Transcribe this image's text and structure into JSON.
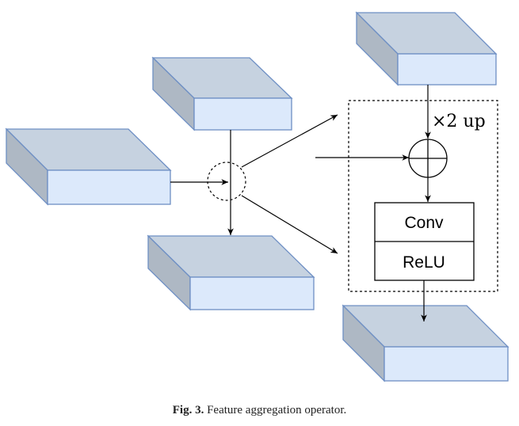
{
  "diagram": {
    "blocks": {
      "conv_label": "Conv",
      "relu_label": "ReLU"
    },
    "upsample_label": "×2 up",
    "colors": {
      "box_front": "#dce9fb",
      "box_top": "#c6d2e0",
      "box_side": "#aeb8c4",
      "box_stroke": "#6e8fc4"
    }
  },
  "caption": {
    "label": "Fig. 3.",
    "text": "Feature aggregation operator."
  }
}
